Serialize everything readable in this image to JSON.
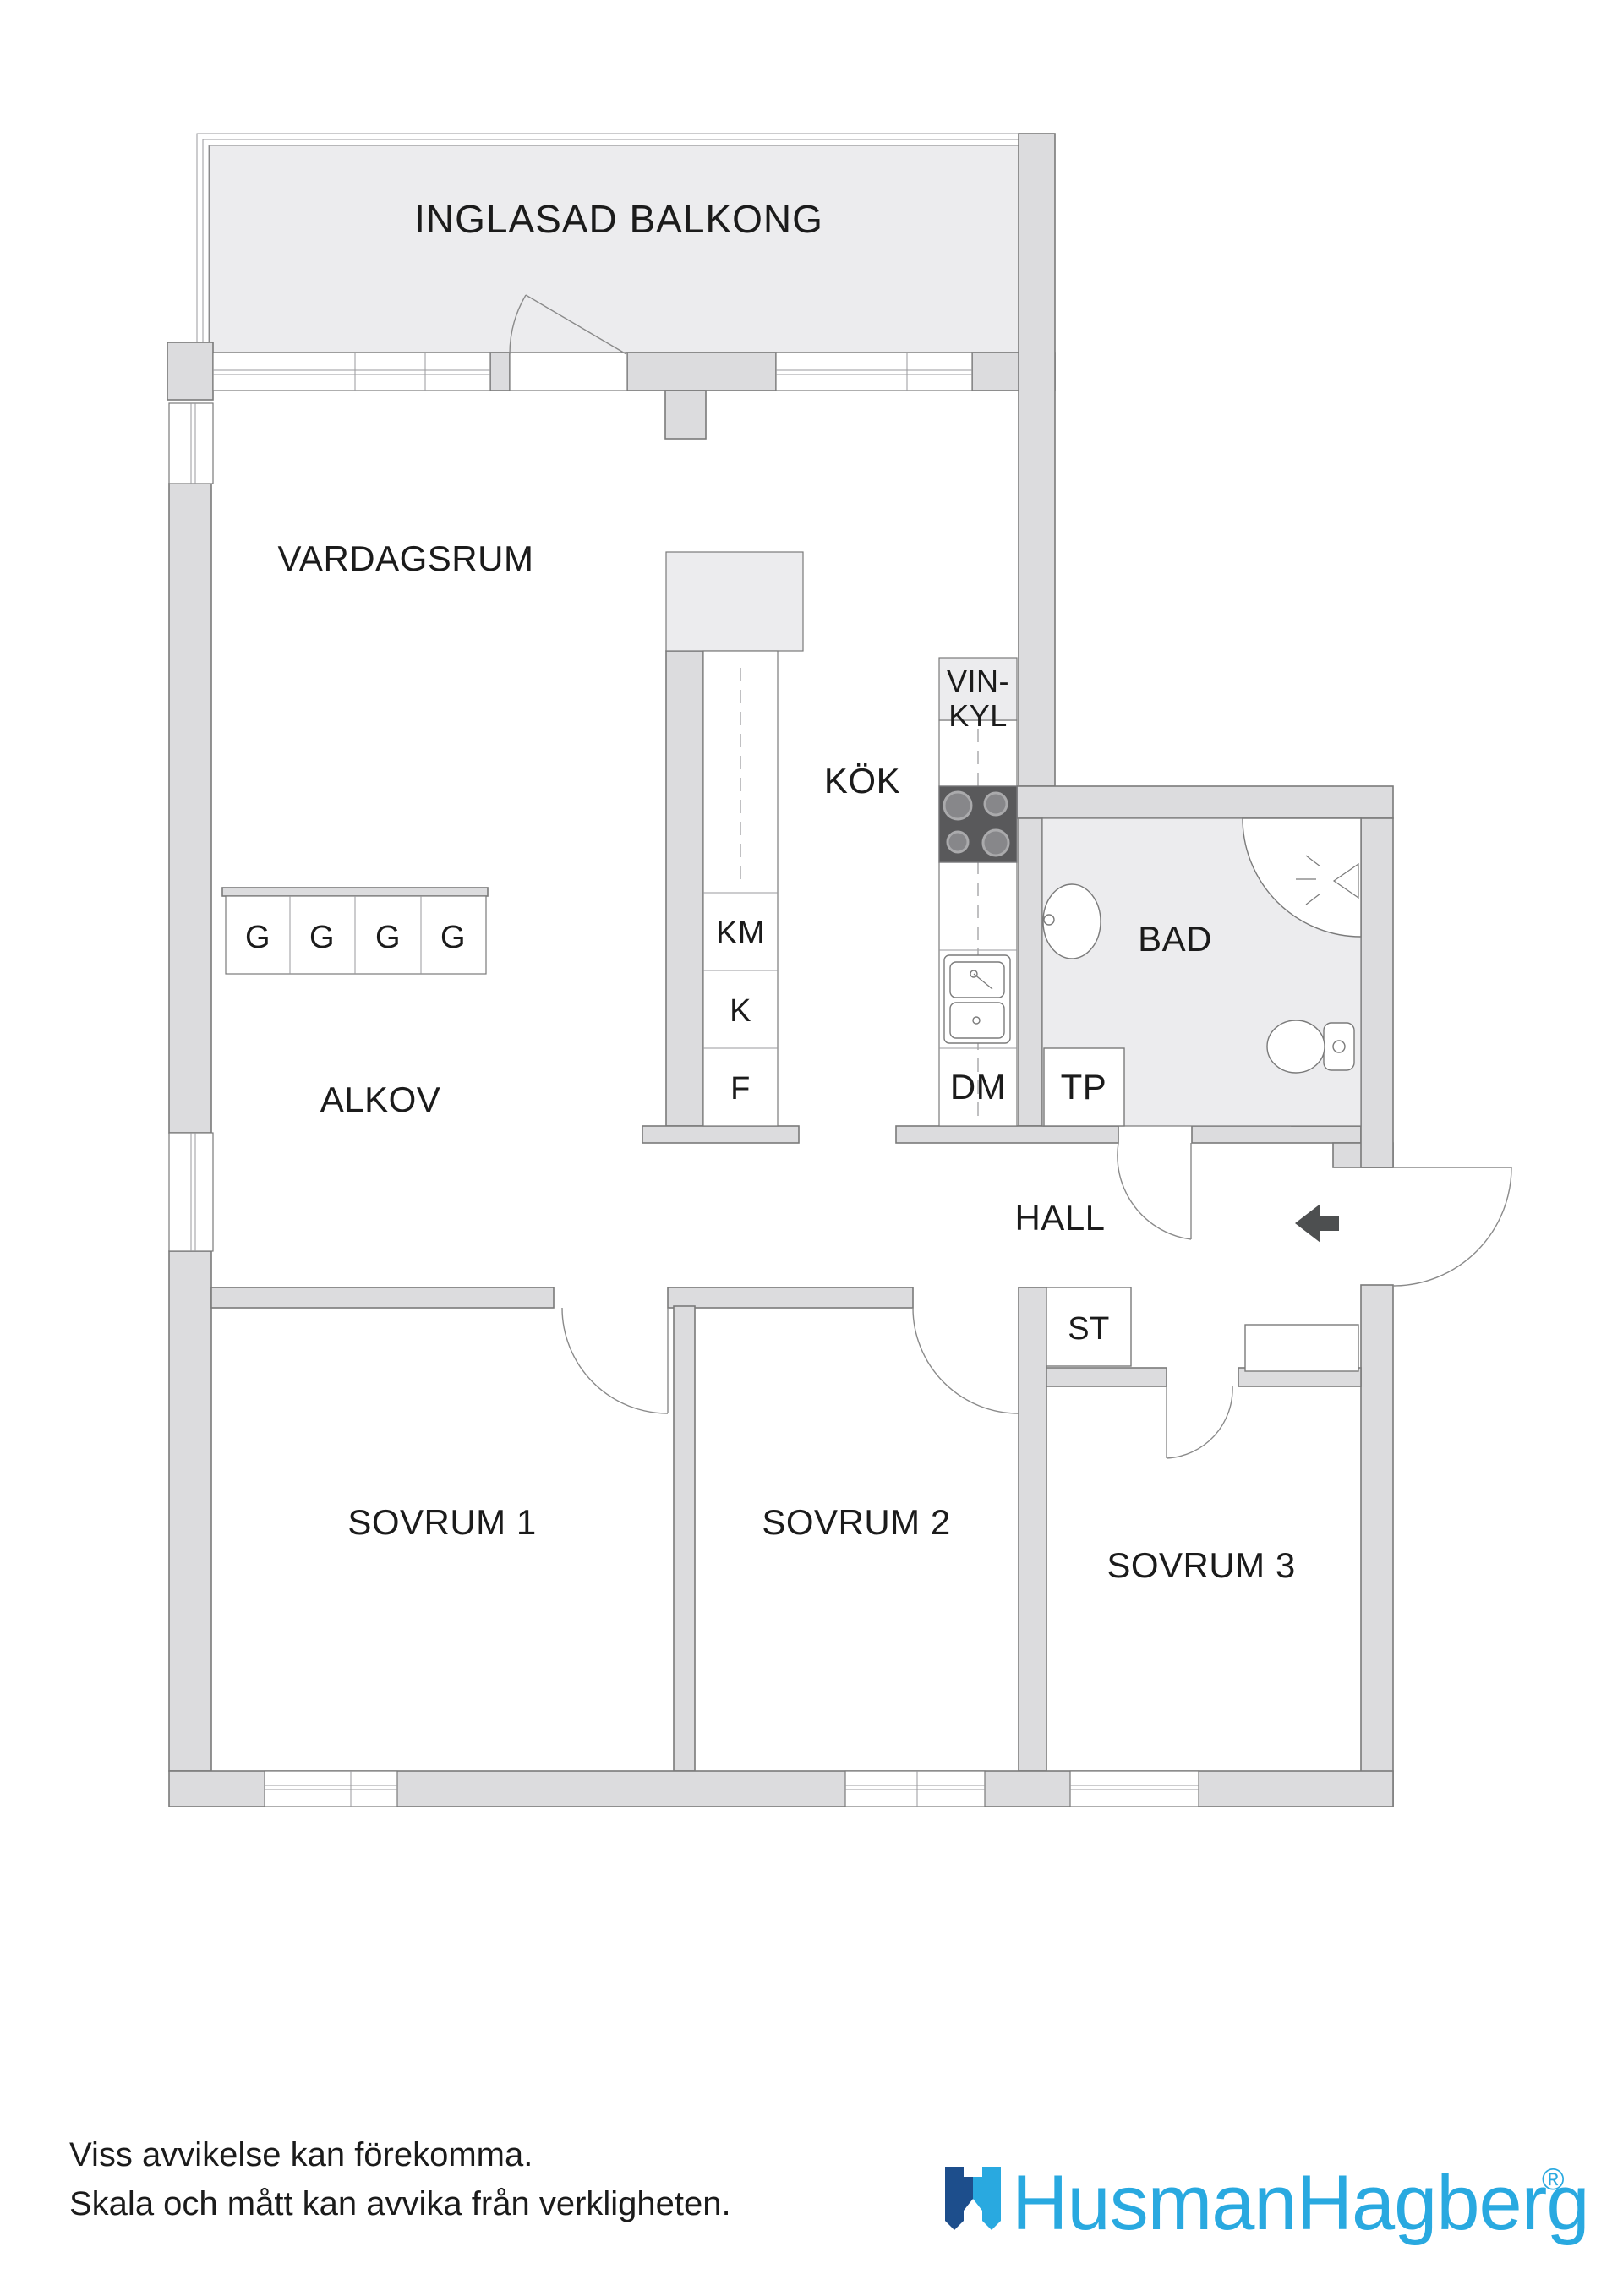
{
  "plan": {
    "balcony_label": "INGLASAD BALKONG",
    "rooms": {
      "living_room": "VARDAGSRUM",
      "kitchen": "KÖK",
      "alcove": "ALKOV",
      "hall": "HALL",
      "bathroom": "BAD",
      "bedroom1": "SOVRUM 1",
      "bedroom2": "SOVRUM 2",
      "bedroom3": "SOVRUM 3"
    },
    "appliances": {
      "wine_fridge_line1": "VIN-",
      "wine_fridge_line2": "KYL",
      "washing_machine": "KM",
      "fridge": "K",
      "freezer": "F",
      "dishwasher": "DM",
      "drying_place": "TP",
      "closet": "ST",
      "wardrobe": [
        "G",
        "G",
        "G",
        "G"
      ]
    }
  },
  "footer": {
    "disclaimer_line1": "Viss avvikelse kan förekomma.",
    "disclaimer_line2": "Skala och mått kan avvika från verkligheten.",
    "brand_name": "HusmanHagberg",
    "registered_mark": "®"
  },
  "colors": {
    "wall_fill": "#dcdcde",
    "floor_light": "#ececee",
    "outline_gray": "#7a7a7a",
    "label_text": "#1b1b1b",
    "stove_dark": "#59595b",
    "entrance_arrow": "#4d4f50",
    "brand_dark_blue": "#1d4e8c",
    "brand_light_blue": "#29a9e0"
  }
}
